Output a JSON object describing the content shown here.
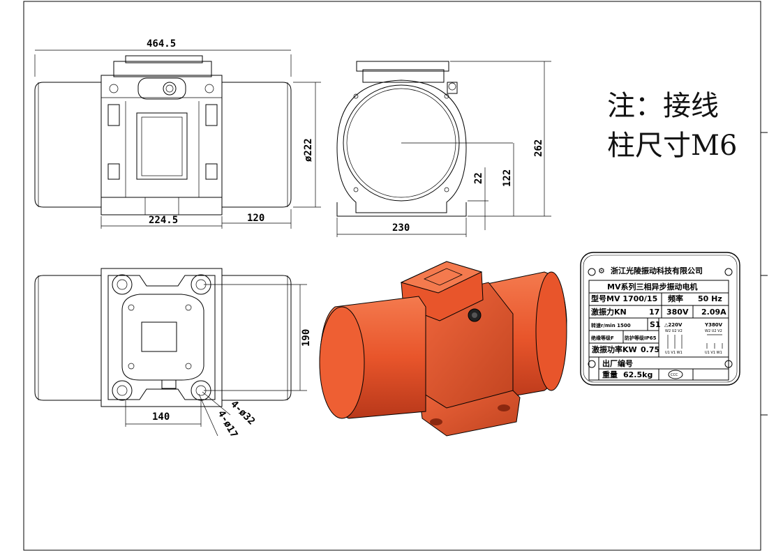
{
  "drawing": {
    "dimensions": {
      "overall_length": "464.5",
      "body_diameter": "ø222",
      "foot_span_half": "224.5",
      "shaft_offset": "120",
      "base_width": "230",
      "height_total": "262",
      "center_height": "122",
      "base_thickness": "22",
      "mount_spacing_width": "190",
      "mount_spacing_length": "140",
      "hole_outer": "4-ø32",
      "hole_inner": "4-ø17"
    },
    "note": {
      "line1": "注：接线",
      "line2": "柱尺寸M6"
    }
  },
  "nameplate": {
    "company": "浙江光陵振动科技有限公司",
    "series": "MV系列三相异步振动电机",
    "model_label": "型号MV 1700/15",
    "freq_label": "频率",
    "freq_value": "50 Hz",
    "force_label": "激振力KN",
    "force_value": "17",
    "voltage": "380V",
    "current": "2.09A",
    "speed_label": "转速r/min 1500",
    "duty": "S1",
    "delta_label": "△220V",
    "star_label": "Y380V",
    "insulation": "绝缘等级F",
    "protection": "防护等级IP65",
    "power_label": "激振功率KW",
    "power_value": "0.75",
    "terminal_top": "W2 U2 V2",
    "terminal_bottom": "U1 V1 W1",
    "serial_label": "出厂编号",
    "weight_label": "重量",
    "weight_value": "62.5kg",
    "cert_mark": "CCC"
  },
  "colors": {
    "motor_body": "#e8552b",
    "motor_shadow": "#b8381a",
    "motor_highlight": "#f47a4e",
    "line": "#000000"
  }
}
